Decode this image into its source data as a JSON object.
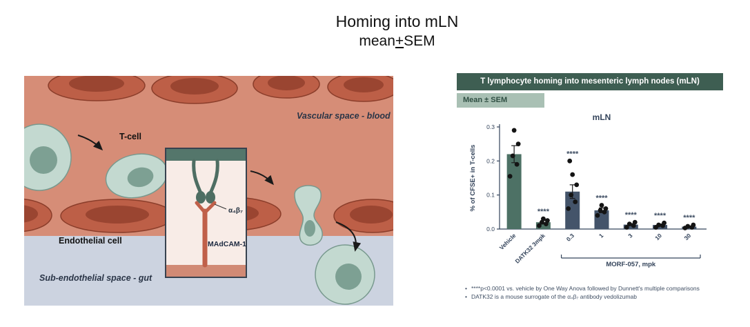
{
  "page": {
    "title": "Homing into mLN",
    "subtitle_pre": "mean",
    "subtitle_pm": "+",
    "subtitle_post": "SEM"
  },
  "diagram": {
    "labels": {
      "vascular": "Vascular space - blood",
      "tcell": "T-cell",
      "endothelial": "Endothelial cell",
      "subendothelial": "Sub-endothelial space - gut",
      "integrin": "α₄β₇",
      "madcam": "MAdCAM-1"
    },
    "colors": {
      "vascular_bg": "#d68d77",
      "subendothelial_bg": "#ccd3e0",
      "endothelial_cell": "#bd5f47",
      "endothelial_nucleus": "#9a4531",
      "tcell_body": "#c3d9d0",
      "tcell_nucleus": "#7da093"
    }
  },
  "panel": {
    "header": "T lymphocyte homing into mesenteric lymph nodes (mLN)",
    "subheader": "Mean ± SEM",
    "header_bg": "#3e5e52",
    "subheader_bg": "#a9c0b4",
    "footnotes": [
      "****p<0.0001 vs. vehicle by One Way Anova followed by Dunnett's multiple comparisons",
      "DATK32 is a mouse surrogate of the α₄β₇ antibody vedolizumab"
    ]
  },
  "chart_data": {
    "type": "bar",
    "title": "mLN",
    "ylabel": "% of CFSE+ in T-cells",
    "ylim": [
      0,
      0.3
    ],
    "yticks": [
      0,
      0.1,
      0.2,
      0.3
    ],
    "categories": [
      "Vehicle",
      "DATK32 3mpk",
      "0.3",
      "1",
      "3",
      "10",
      "30"
    ],
    "values": [
      0.22,
      0.02,
      0.11,
      0.055,
      0.013,
      0.012,
      0.007
    ],
    "sem": [
      0.025,
      0.005,
      0.02,
      0.007,
      0.003,
      0.003,
      0.002
    ],
    "points": [
      [
        0.155,
        0.19,
        0.215,
        0.25,
        0.29
      ],
      [
        0.01,
        0.015,
        0.02,
        0.025,
        0.03
      ],
      [
        0.06,
        0.08,
        0.1,
        0.13,
        0.16,
        0.2
      ],
      [
        0.04,
        0.05,
        0.055,
        0.06,
        0.07
      ],
      [
        0.005,
        0.01,
        0.015,
        0.02
      ],
      [
        0.005,
        0.01,
        0.012,
        0.018
      ],
      [
        0.003,
        0.005,
        0.008,
        0.012
      ]
    ],
    "significance": [
      "",
      "****",
      "****",
      "****",
      "****",
      "****",
      "****"
    ],
    "bar_colors": [
      "#4d7165",
      "#4d7165",
      "#44546a",
      "#44546a",
      "#44546a",
      "#44546a",
      "#44546a"
    ],
    "group_label": "MORF-057, mpk",
    "group_range": [
      2,
      6
    ],
    "legend": null,
    "grid": false
  }
}
